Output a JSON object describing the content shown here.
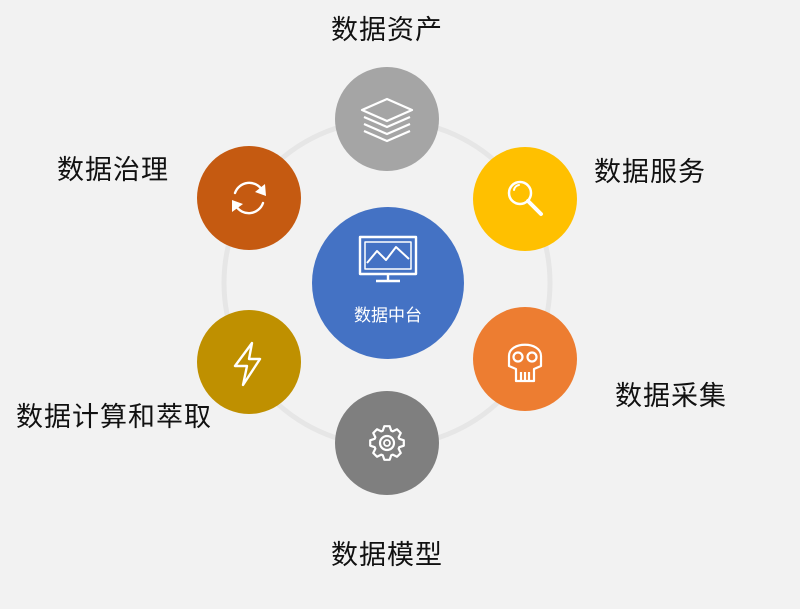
{
  "center": {
    "label": "数据中台",
    "color": "#4472c4",
    "icon": "monitor-chart-icon"
  },
  "nodes": [
    {
      "id": "assets",
      "label": "数据资产",
      "color": "#a5a5a5",
      "icon": "stacked-layers-icon"
    },
    {
      "id": "service",
      "label": "数据服务",
      "color": "#ffc000",
      "icon": "magnifier-icon"
    },
    {
      "id": "collect",
      "label": "数据采集",
      "color": "#ed7d31",
      "icon": "skull-icon"
    },
    {
      "id": "model",
      "label": "数据模型",
      "color": "#7f7f7f",
      "icon": "gear-icon"
    },
    {
      "id": "compute",
      "label": "数据计算和萃取",
      "color": "#bf9000",
      "icon": "lightning-icon"
    },
    {
      "id": "govern",
      "label": "数据治理",
      "color": "#c55a11",
      "icon": "refresh-cycle-icon"
    }
  ],
  "ring_color": "#e6e6e6",
  "background": "#f2f2f2"
}
